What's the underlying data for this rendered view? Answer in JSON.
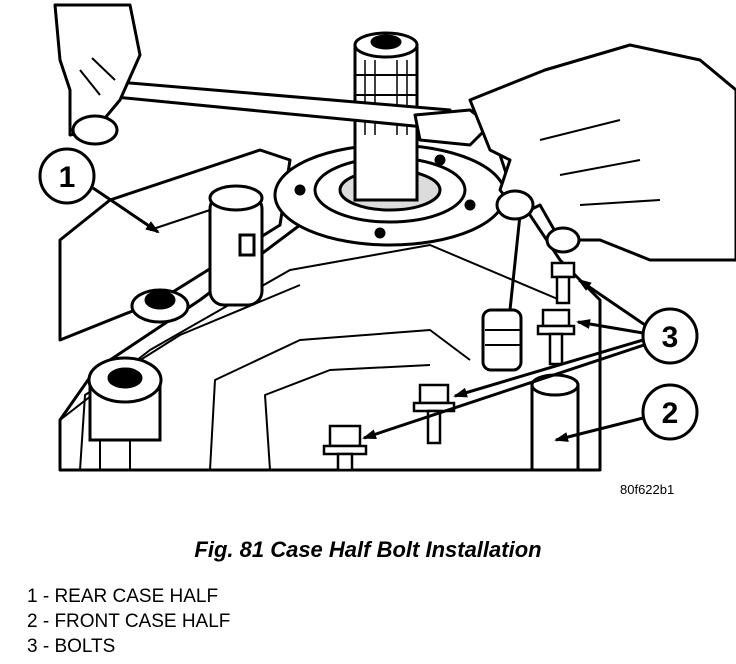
{
  "figure": {
    "image_id": "80f622b1",
    "callouts": [
      "1",
      "2",
      "3"
    ]
  },
  "caption": "Fig. 81 Case Half Bolt Installation",
  "legend": [
    "1 - REAR CASE HALF",
    "2 - FRONT CASE HALF",
    "3 - BOLTS"
  ],
  "colors": {
    "line": "#000000",
    "background": "#ffffff",
    "shade": "#dcdcdc"
  }
}
